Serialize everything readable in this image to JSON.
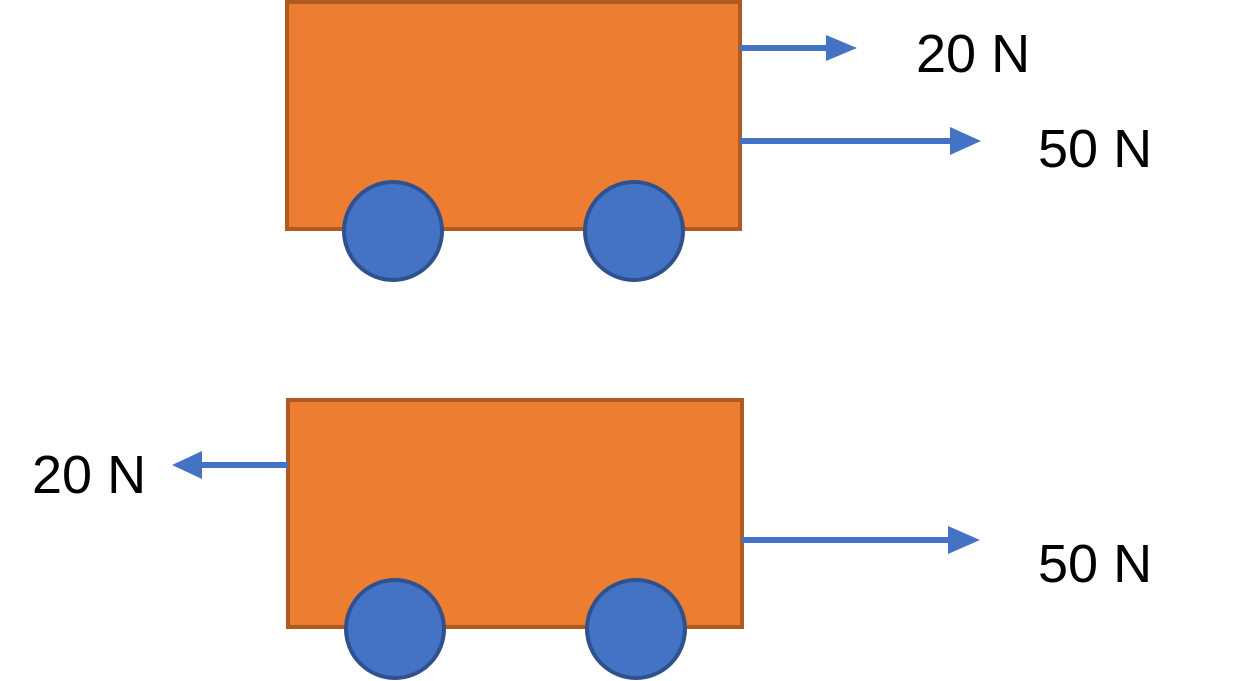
{
  "colors": {
    "cart_body_fill": "#ED7D31",
    "cart_body_border": "#AE5A21",
    "wheel_fill": "#4472C4",
    "wheel_border": "#2F528F",
    "arrow": "#4472C4",
    "text": "#000000"
  },
  "carts": [
    {
      "forces": [
        {
          "label": "20 N",
          "direction": "right"
        },
        {
          "label": "50 N",
          "direction": "right"
        }
      ]
    },
    {
      "forces": [
        {
          "label": "20 N",
          "direction": "left"
        },
        {
          "label": "50 N",
          "direction": "right"
        }
      ]
    }
  ]
}
